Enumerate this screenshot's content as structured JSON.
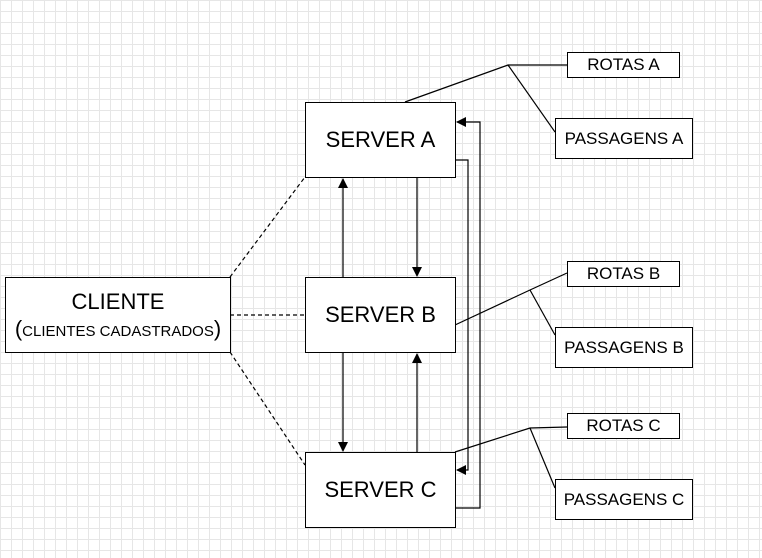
{
  "nodes": {
    "cliente": {
      "title": "CLIENTE",
      "sub_open": "(",
      "sub_text": "CLIENTES CADASTRADOS",
      "sub_close": ")"
    },
    "server_a": "SERVER A",
    "server_b": "SERVER B",
    "server_c": "SERVER C",
    "rotas_a": "ROTAS A",
    "passagens_a": "PASSAGENS A",
    "rotas_b": "ROTAS B",
    "passagens_b": "PASSAGENS B",
    "rotas_c": "ROTAS C",
    "passagens_c": "PASSAGENS C"
  },
  "colors": {
    "line": "#000000",
    "grid": "#e6e6e6",
    "background": "#ffffff"
  }
}
